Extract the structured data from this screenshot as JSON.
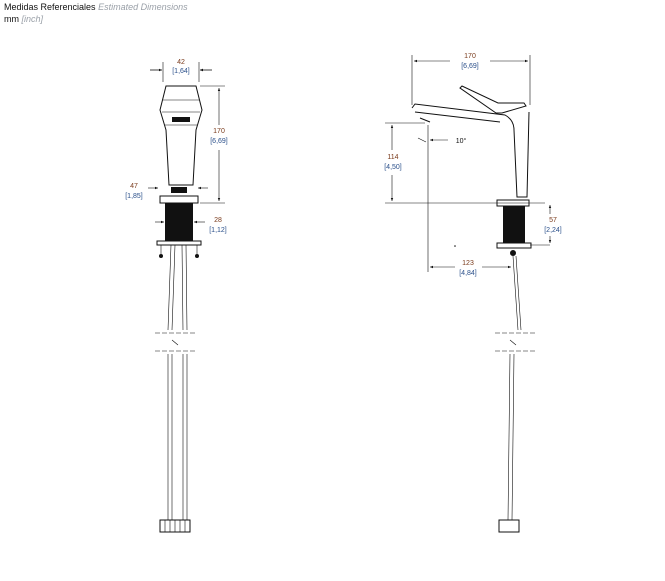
{
  "header": {
    "title": "Medidas Referenciales",
    "subtitle": "Estimated Dimensions",
    "units_mm": "mm",
    "units_inch": "[inch]"
  },
  "front_view": {
    "width_top": {
      "mm": "42",
      "inch": "[1,64]"
    },
    "height": {
      "mm": "170",
      "inch": "[6,69]"
    },
    "width_base": {
      "mm": "47",
      "inch": "[1,85]"
    },
    "shank": {
      "mm": "28",
      "inch": "[1,12]"
    }
  },
  "side_view": {
    "length": {
      "mm": "170",
      "inch": "[6,69]"
    },
    "spout_height": {
      "mm": "114",
      "inch": "[4,50]"
    },
    "angle": "10°",
    "shank_height": {
      "mm": "57",
      "inch": "[2,24]"
    },
    "reach": {
      "mm": "123",
      "inch": "[4,84]"
    }
  },
  "colors": {
    "mm": "#7a3b1c",
    "inch": "#2a4f8a"
  }
}
